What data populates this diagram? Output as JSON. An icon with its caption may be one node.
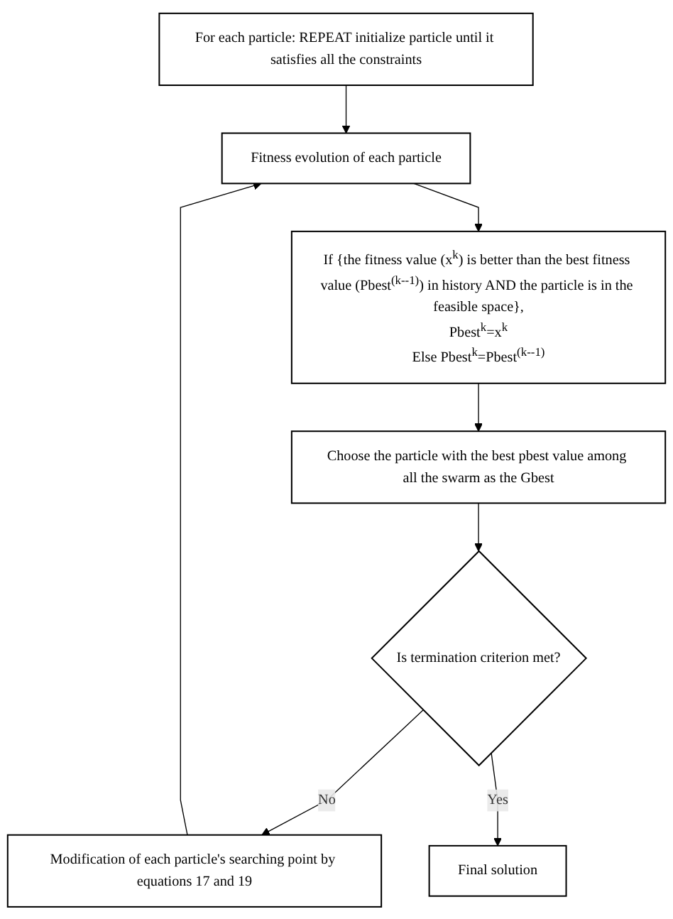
{
  "diagram": {
    "nodes": [
      {
        "text": [
          "For each particle: REPEAT initialize particle until it satisfies all the constraints"
        ]
      },
      {
        "text": [
          "Fitness evolution of each particle"
        ]
      },
      {
        "text": [
          "If {the fitness value (x$^{k}$) is better than the best fitness value (Pbest$^{(k--1)}$) in history AND the particle is in the feasible space},",
          "Pbest$^{k}$=x$^{k}$",
          "Else Pbest$^{k}$=Pbest$^{(k--1)}$"
        ]
      },
      {
        "text": [
          "Choose the particle with the best pbest value among all the swarm as the Gbest"
        ]
      },
      {
        "text": [
          "Is termination criterion met?"
        ]
      },
      {
        "text": [
          "Modification of each particle's searching point by equations 17 and 19"
        ]
      },
      {
        "text": [
          "Final solution"
        ]
      }
    ],
    "edges": [
      {
        "from": 0,
        "to": 1,
        "arrow": "to"
      },
      {
        "from": 1,
        "to": 2,
        "arrow": "to"
      },
      {
        "from": 2,
        "to": 3,
        "arrow": "to"
      },
      {
        "from": 3,
        "to": 4,
        "arrow": "to"
      },
      {
        "from": 4,
        "to": 5,
        "arrow": "to",
        "label": "No"
      },
      {
        "from": 4,
        "to": 6,
        "arrow": "to",
        "label": "Yes"
      },
      {
        "from": 5,
        "to": 1,
        "arrow": "to"
      }
    ]
  }
}
